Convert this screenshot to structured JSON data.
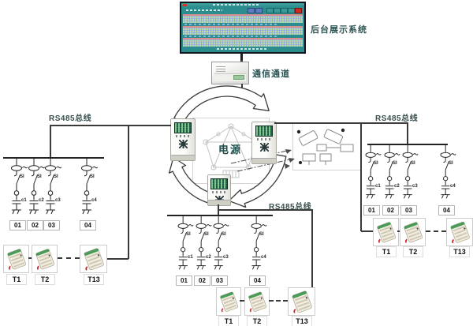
{
  "monitor": {
    "label": "后台展示系统"
  },
  "comm_device": {
    "label": "通信通道"
  },
  "power_ring": {
    "center_label": "电源"
  },
  "sections": {
    "left": {
      "bus_label": "RS485总线",
      "feeders": [
        {
          "switch_label": "SI",
          "cap_label": "c1",
          "outlet": "01"
        },
        {
          "switch_label": "SI",
          "cap_label": "c2",
          "outlet": "02"
        },
        {
          "switch_label": "SI",
          "cap_label": "c3",
          "outlet": "03"
        },
        {
          "switch_label": "SI",
          "cap_label": "c4",
          "outlet": "04"
        }
      ],
      "devices": [
        {
          "label": "T1"
        },
        {
          "label": "T2"
        },
        {
          "label": "T13"
        }
      ]
    },
    "right": {
      "bus_label": "RS485总线",
      "feeders": [
        {
          "switch_label": "SI",
          "cap_label": "c1",
          "outlet": "01"
        },
        {
          "switch_label": "SI",
          "cap_label": "c2",
          "outlet": "02"
        },
        {
          "switch_label": "SI",
          "cap_label": "c3",
          "outlet": "03"
        },
        {
          "switch_label": "SI",
          "cap_label": "c4",
          "outlet": "04"
        }
      ],
      "devices": [
        {
          "label": "T1"
        },
        {
          "label": "T2"
        },
        {
          "label": "T13"
        }
      ]
    },
    "bottom": {
      "bus_label": "RS485总线",
      "feeders": [
        {
          "switch_label": "SI",
          "cap_label": "c1",
          "outlet": "01"
        },
        {
          "switch_label": "SI",
          "cap_label": "c2",
          "outlet": "02"
        },
        {
          "switch_label": "SI",
          "cap_label": "c3",
          "outlet": "03"
        },
        {
          "switch_label": "SI",
          "cap_label": "c4",
          "outlet": "04"
        }
      ],
      "devices": [
        {
          "label": "T1"
        },
        {
          "label": "T2"
        },
        {
          "label": "T13"
        }
      ]
    }
  },
  "colors": {
    "screen_teal": "#2b8d8d",
    "cell_green": "#b9dcad",
    "cell_blue": "#9fb0d8",
    "salmon": "#d98f8f",
    "alert_red": "#cf2b20",
    "label_teal": "#2c5252",
    "wire": "#3a3a3a",
    "module_green": "#4b9b58"
  }
}
